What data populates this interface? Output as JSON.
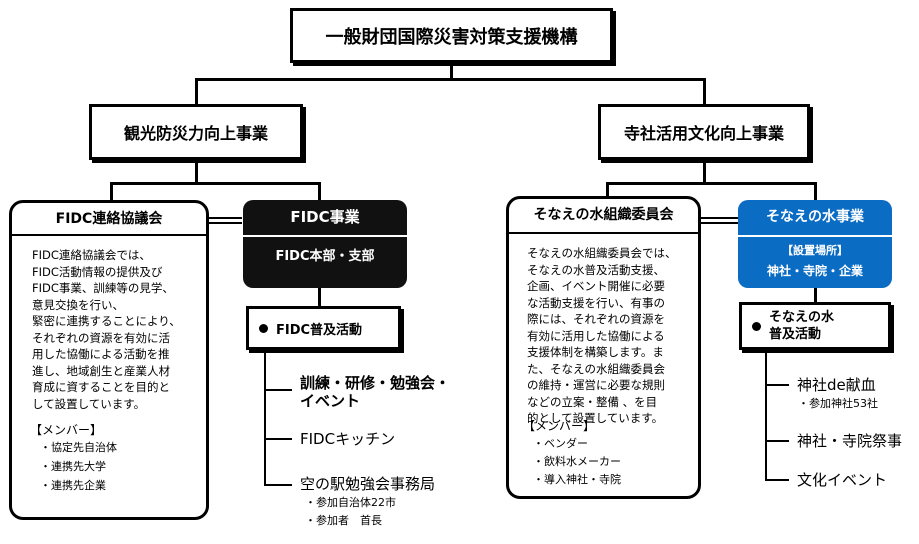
{
  "root": {
    "title": "一般財団国際災害対策支援機構"
  },
  "left": {
    "title": "観光防災力向上事業",
    "council": {
      "title": "FIDC連絡協議会",
      "body": "FIDC連絡協議会では、\nFIDC活動情報の提供及び\nFIDC事業、訓練等の見学、\n意見交換を行い、\n緊密に連携することにより、\nそれぞれの資源を有効に活\n用した協働による活動を推\n進し、地域創生と産業人材\n育成に資することを目的と\nして設置しています。",
      "members_label": "【メンバー】",
      "members": [
        "・協定先自治体",
        "・連携先大学",
        "・連携先企業"
      ]
    },
    "project": {
      "title": "FIDC事業",
      "subtitle": "FIDC本部・支部"
    },
    "activity": {
      "title": "FIDC普及活動",
      "items": [
        {
          "label": "訓練・研修・勉強会・\nイベント"
        },
        {
          "label": "FIDCキッチン"
        },
        {
          "label": "空の駅勉強会事務局",
          "notes": [
            "・参加自治体22市",
            "・参加者　首長"
          ]
        }
      ]
    }
  },
  "right": {
    "title": "寺社活用文化向上事業",
    "committee": {
      "title": "そなえの水組織委員会",
      "body": "そなえの水組織委員会では、\nそなえの水普及活動支援、\n企画、イベント開催に必要\nな活動支援を行い、有事の\n際には、それぞれの資源を\n有効に活用した協働による\n支援体制を構築します。ま\nた、そなえの水組織委員会\nの維持・運営に必要な規則\nなどの立案・整備 、を目\n的として設置しています。",
      "members_label": "【メンバー】",
      "members": [
        "・ベンダー",
        "・飲料水メーカー",
        "・導入神社・寺院"
      ]
    },
    "project": {
      "title": "そなえの水事業",
      "location_label": "【設置場所】",
      "location_value": "神社・寺院・企業",
      "accent_color": "#0b6cc4"
    },
    "activity": {
      "title": "そなえの水\n普及活動",
      "items": [
        {
          "label": "神社de献血",
          "notes": [
            "・参加神社53社"
          ]
        },
        {
          "label": "神社・寺院祭事"
        },
        {
          "label": "文化イベント"
        }
      ]
    }
  }
}
